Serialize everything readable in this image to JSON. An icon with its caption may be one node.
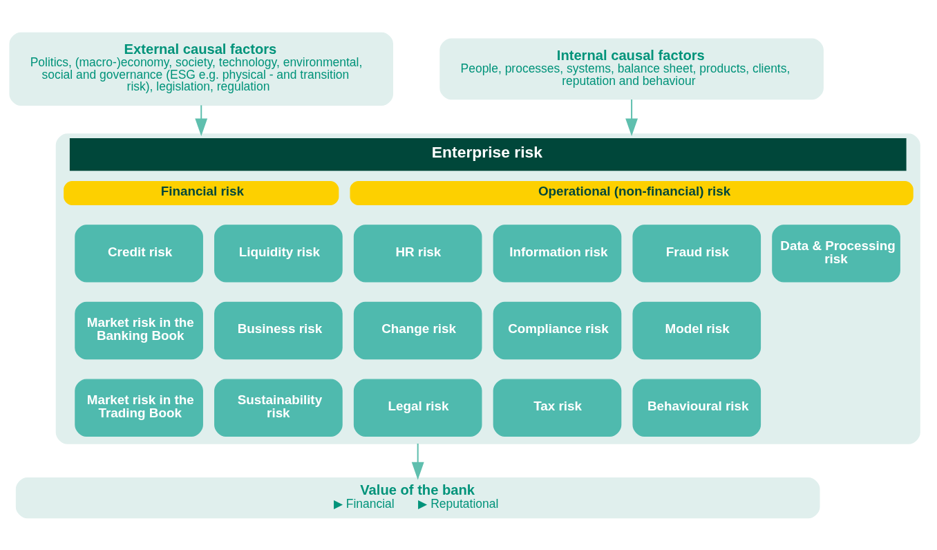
{
  "diagram": {
    "nodes": [
      {
        "text": [
          "External causal factors",
          "Politics, (macro-)economy, society, technology, environmental, social and governance (ESG e.g. physical - and transition risk), legislation, regulation"
        ]
      },
      {
        "text": [
          "Internal causal factors",
          "People, processes, systems, balance sheet, products, clients, reputation and behaviour"
        ]
      },
      {
        "text": [
          "Enterprise risk"
        ]
      },
      {
        "text": [
          "Financial risk"
        ],
        "in": 2
      },
      {
        "text": [
          "Operational (non-financial) risk"
        ],
        "in": 2
      },
      {
        "text": [
          "Credit risk"
        ],
        "in": 2
      },
      {
        "text": [
          "Liquidity risk"
        ],
        "in": 2
      },
      {
        "text": [
          "HR risk"
        ],
        "in": 2
      },
      {
        "text": [
          "Information risk"
        ],
        "in": 2
      },
      {
        "text": [
          "Fraud risk"
        ],
        "in": 2
      },
      {
        "text": [
          "Data & Processing risk"
        ],
        "in": 2
      },
      {
        "text": [
          "Market risk in the Banking Book"
        ],
        "in": 2
      },
      {
        "text": [
          "Business risk"
        ],
        "in": 2
      },
      {
        "text": [
          "Change risk"
        ],
        "in": 2
      },
      {
        "text": [
          "Compliance risk"
        ],
        "in": 2
      },
      {
        "text": [
          "Model risk"
        ],
        "in": 2
      },
      {
        "text": [
          "Market risk in the Trading Book"
        ],
        "in": 2
      },
      {
        "text": [
          "Sustainability risk"
        ],
        "in": 2
      },
      {
        "text": [
          "Legal risk"
        ],
        "in": 2
      },
      {
        "text": [
          "Tax risk"
        ],
        "in": 2
      },
      {
        "text": [
          "Behavioural risk"
        ],
        "in": 2
      },
      {
        "text": [
          "Value of the bank",
          "▶ Financial",
          "▶ Reputational"
        ]
      }
    ],
    "edges": [
      {
        "from": 0,
        "to": 2,
        "arrow": "to"
      },
      {
        "from": 1,
        "to": 2,
        "arrow": "to"
      },
      {
        "from": 2,
        "to": 21,
        "arrow": "to"
      }
    ]
  }
}
